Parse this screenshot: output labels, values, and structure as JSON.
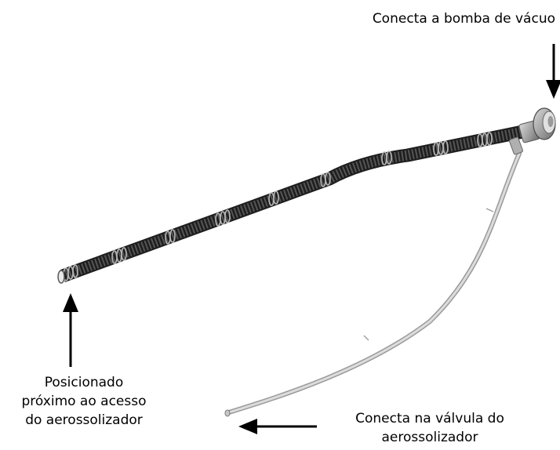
{
  "annotations": {
    "vacuum_pump": "Conecta a bomba de vácuo",
    "positioned_near": [
      "Posicionado",
      "próximo ao acesso",
      "do aerossolizador"
    ],
    "valve_connection": [
      "Conecta na válvula do",
      "aerossolizador"
    ]
  },
  "colors": {
    "text": "#000000",
    "arrow": "#000000",
    "hose_dark": "#3a3a3a",
    "hose_ring": "#9a9a9a",
    "thin_tube": "#b8b8b8",
    "connector": "#a0a0a0"
  }
}
